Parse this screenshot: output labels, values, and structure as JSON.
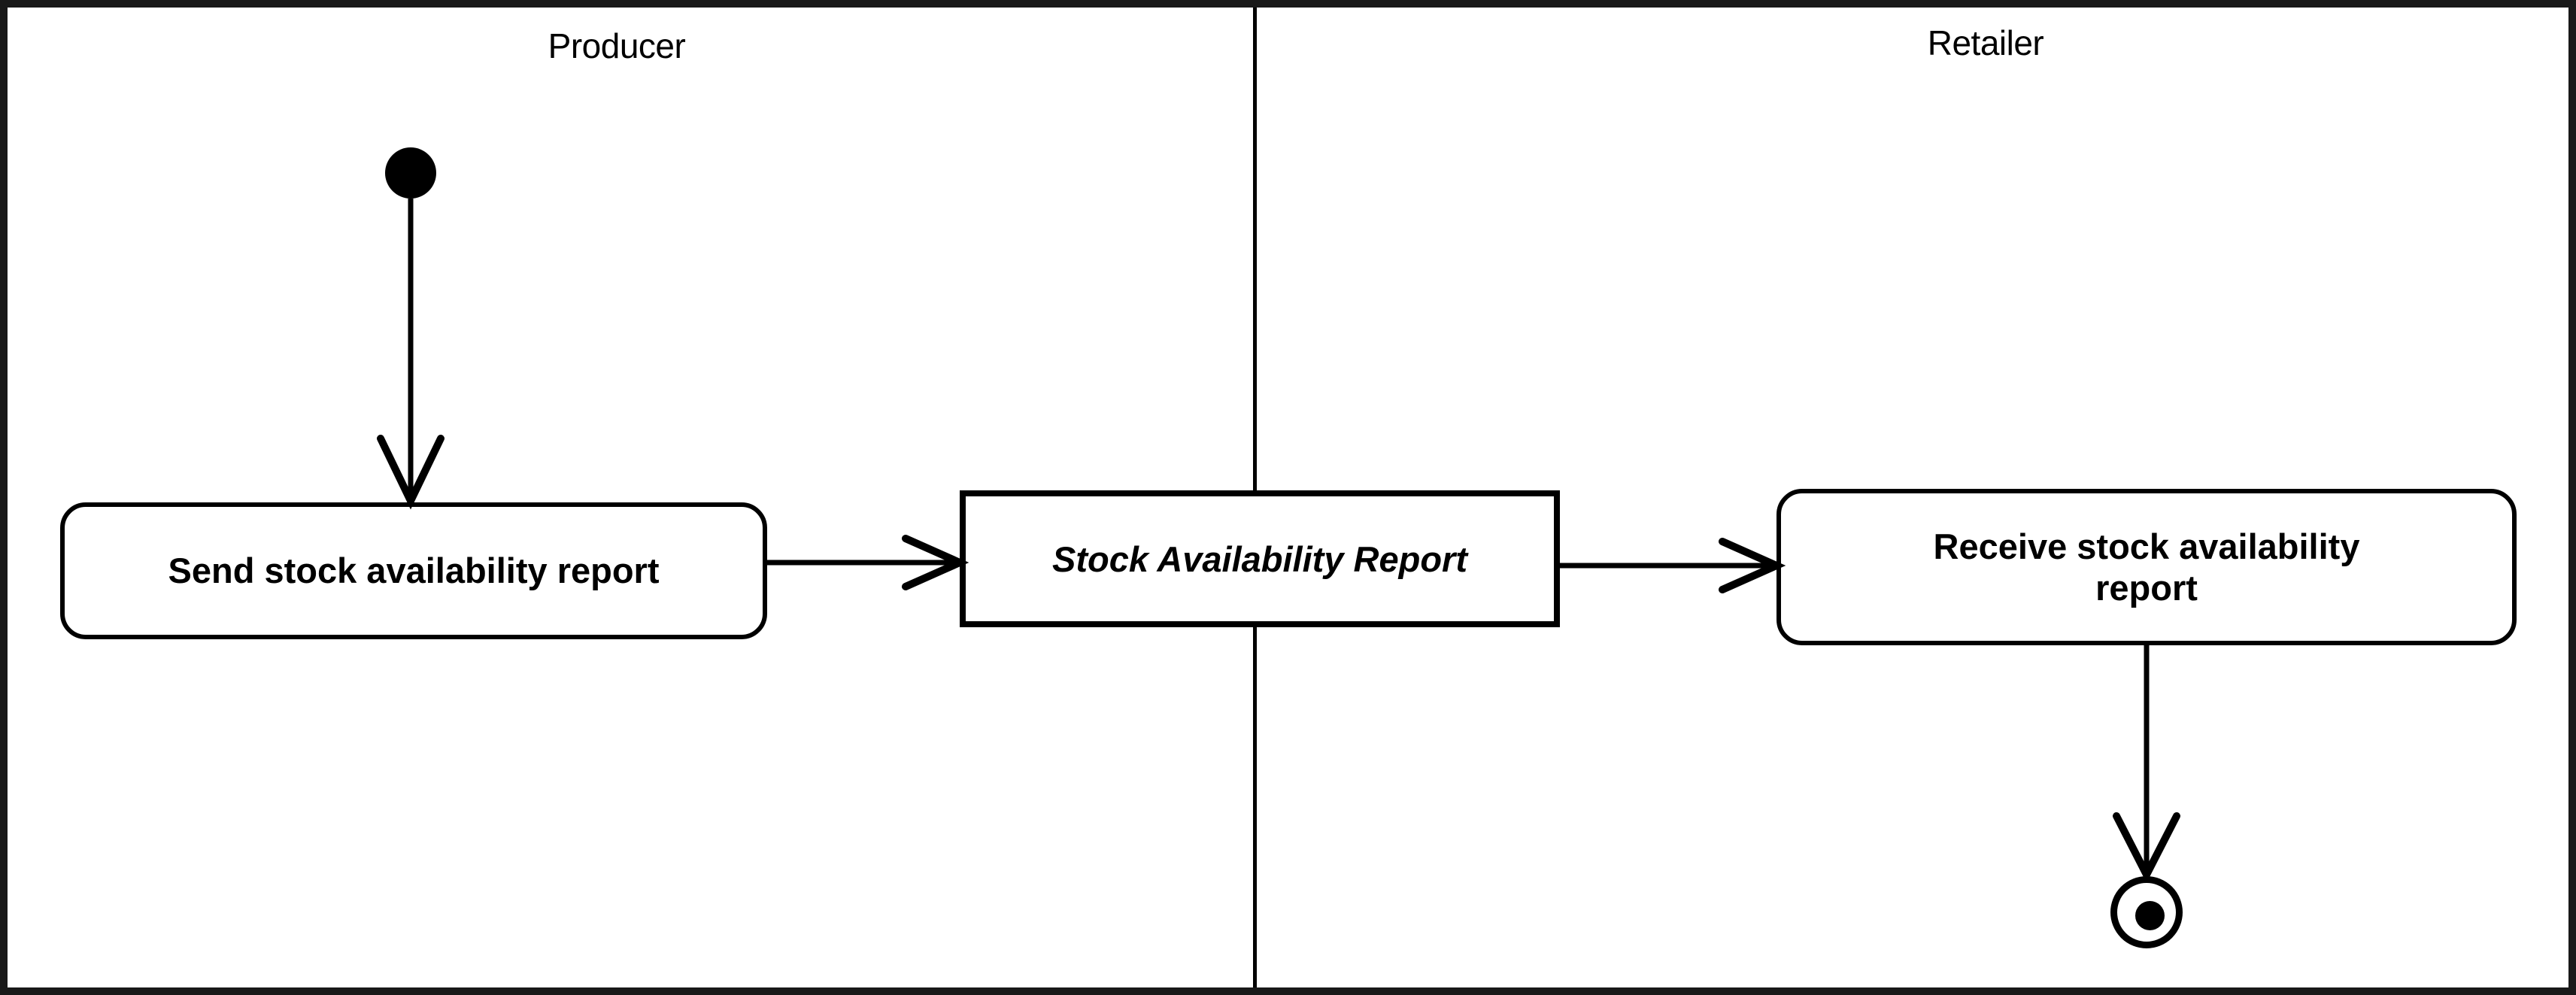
{
  "diagram": {
    "type": "uml-activity-diagram",
    "title": "",
    "lanes": [
      {
        "id": "producer",
        "label": "Producer"
      },
      {
        "id": "retailer",
        "label": "Retailer"
      }
    ],
    "nodes": [
      {
        "id": "initial",
        "kind": "initial-node",
        "lane": "producer",
        "label": ""
      },
      {
        "id": "send-report",
        "kind": "action-node",
        "lane": "producer",
        "label": "Send stock availability report"
      },
      {
        "id": "stock-report",
        "kind": "object-node",
        "lane": "producer-retailer-boundary",
        "label": "Stock Availability Report"
      },
      {
        "id": "receive-report",
        "kind": "action-node",
        "lane": "retailer",
        "label": "Receive stock availability\nreport"
      },
      {
        "id": "final",
        "kind": "activity-final-node",
        "lane": "retailer",
        "label": ""
      }
    ],
    "edges": [
      {
        "from": "initial",
        "to": "send-report",
        "label": "",
        "arrow": "open"
      },
      {
        "from": "send-report",
        "to": "stock-report",
        "label": "",
        "arrow": "open"
      },
      {
        "from": "stock-report",
        "to": "receive-report",
        "label": "",
        "arrow": "open"
      },
      {
        "from": "receive-report",
        "to": "final",
        "label": "",
        "arrow": "open"
      }
    ],
    "colors": {
      "frame": "#191919",
      "stroke": "#000000",
      "background": "#ffffff",
      "text": "#000000"
    }
  },
  "nodeText": {
    "send_report": "Send stock availability report",
    "stock_report": "Stock Availability Report",
    "receive_report_line1": "Receive stock availability",
    "receive_report_line2": "report"
  }
}
